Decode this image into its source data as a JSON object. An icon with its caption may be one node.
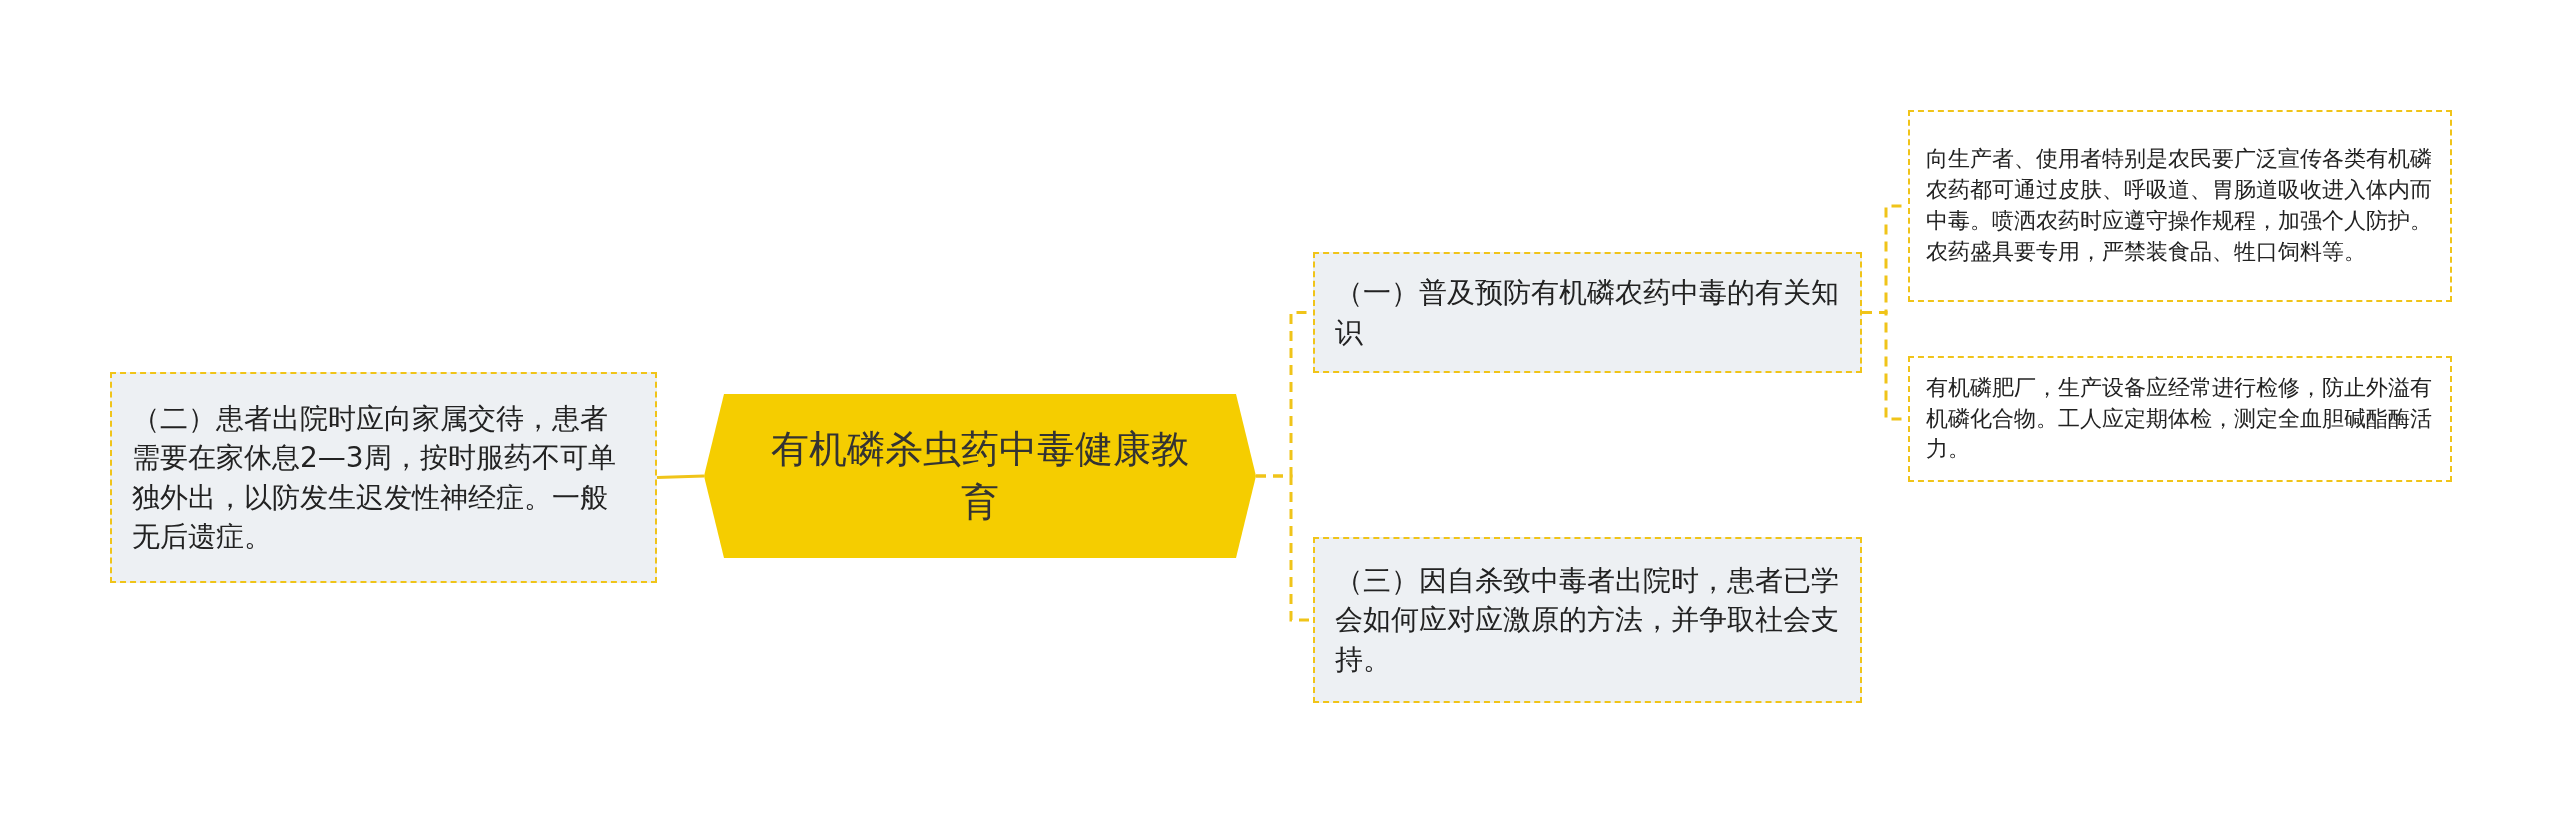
{
  "diagram": {
    "nodes": [
      {
        "text": [
          "有机磷杀虫药中毒健康教育"
        ]
      },
      {
        "text": [
          "（二）患者出院时应向家属交待，患者需要在家休息2—3周，按时服药不可单独外出，以防发生迟发性神经症。一般无后遗症。"
        ]
      },
      {
        "text": [
          "（一）普及预防有机磷农药中毒的有关知识"
        ]
      },
      {
        "text": [
          "向生产者、使用者特别是农民要广泛宣传各类有机磷农药都可通过皮肤、呼吸道、胃肠道吸收进入体内而中毒。喷洒农药时应遵守操作规程，加强个人防护。农药盛具要专用，严禁装食品、牲口饲料等。"
        ]
      },
      {
        "text": [
          "有机磷肥厂，生产设备应经常进行检修，防止外溢有机磷化合物。工人应定期体检，测定全血胆碱酯酶活力。"
        ]
      },
      {
        "text": [
          "（三）因自杀致中毒者出院时，患者已学会如何应对应激原的方法，并争取社会支持。"
        ]
      }
    ],
    "edges": [
      {
        "from": 0,
        "to": 1,
        "arrow": "none"
      },
      {
        "from": 0,
        "to": 2,
        "arrow": "none",
        "style": "dashed"
      },
      {
        "from": 0,
        "to": 5,
        "arrow": "none",
        "style": "dashed"
      },
      {
        "from": 2,
        "to": 3,
        "arrow": "none",
        "style": "dashed"
      },
      {
        "from": 2,
        "to": 4,
        "arrow": "none",
        "style": "dashed"
      }
    ]
  }
}
